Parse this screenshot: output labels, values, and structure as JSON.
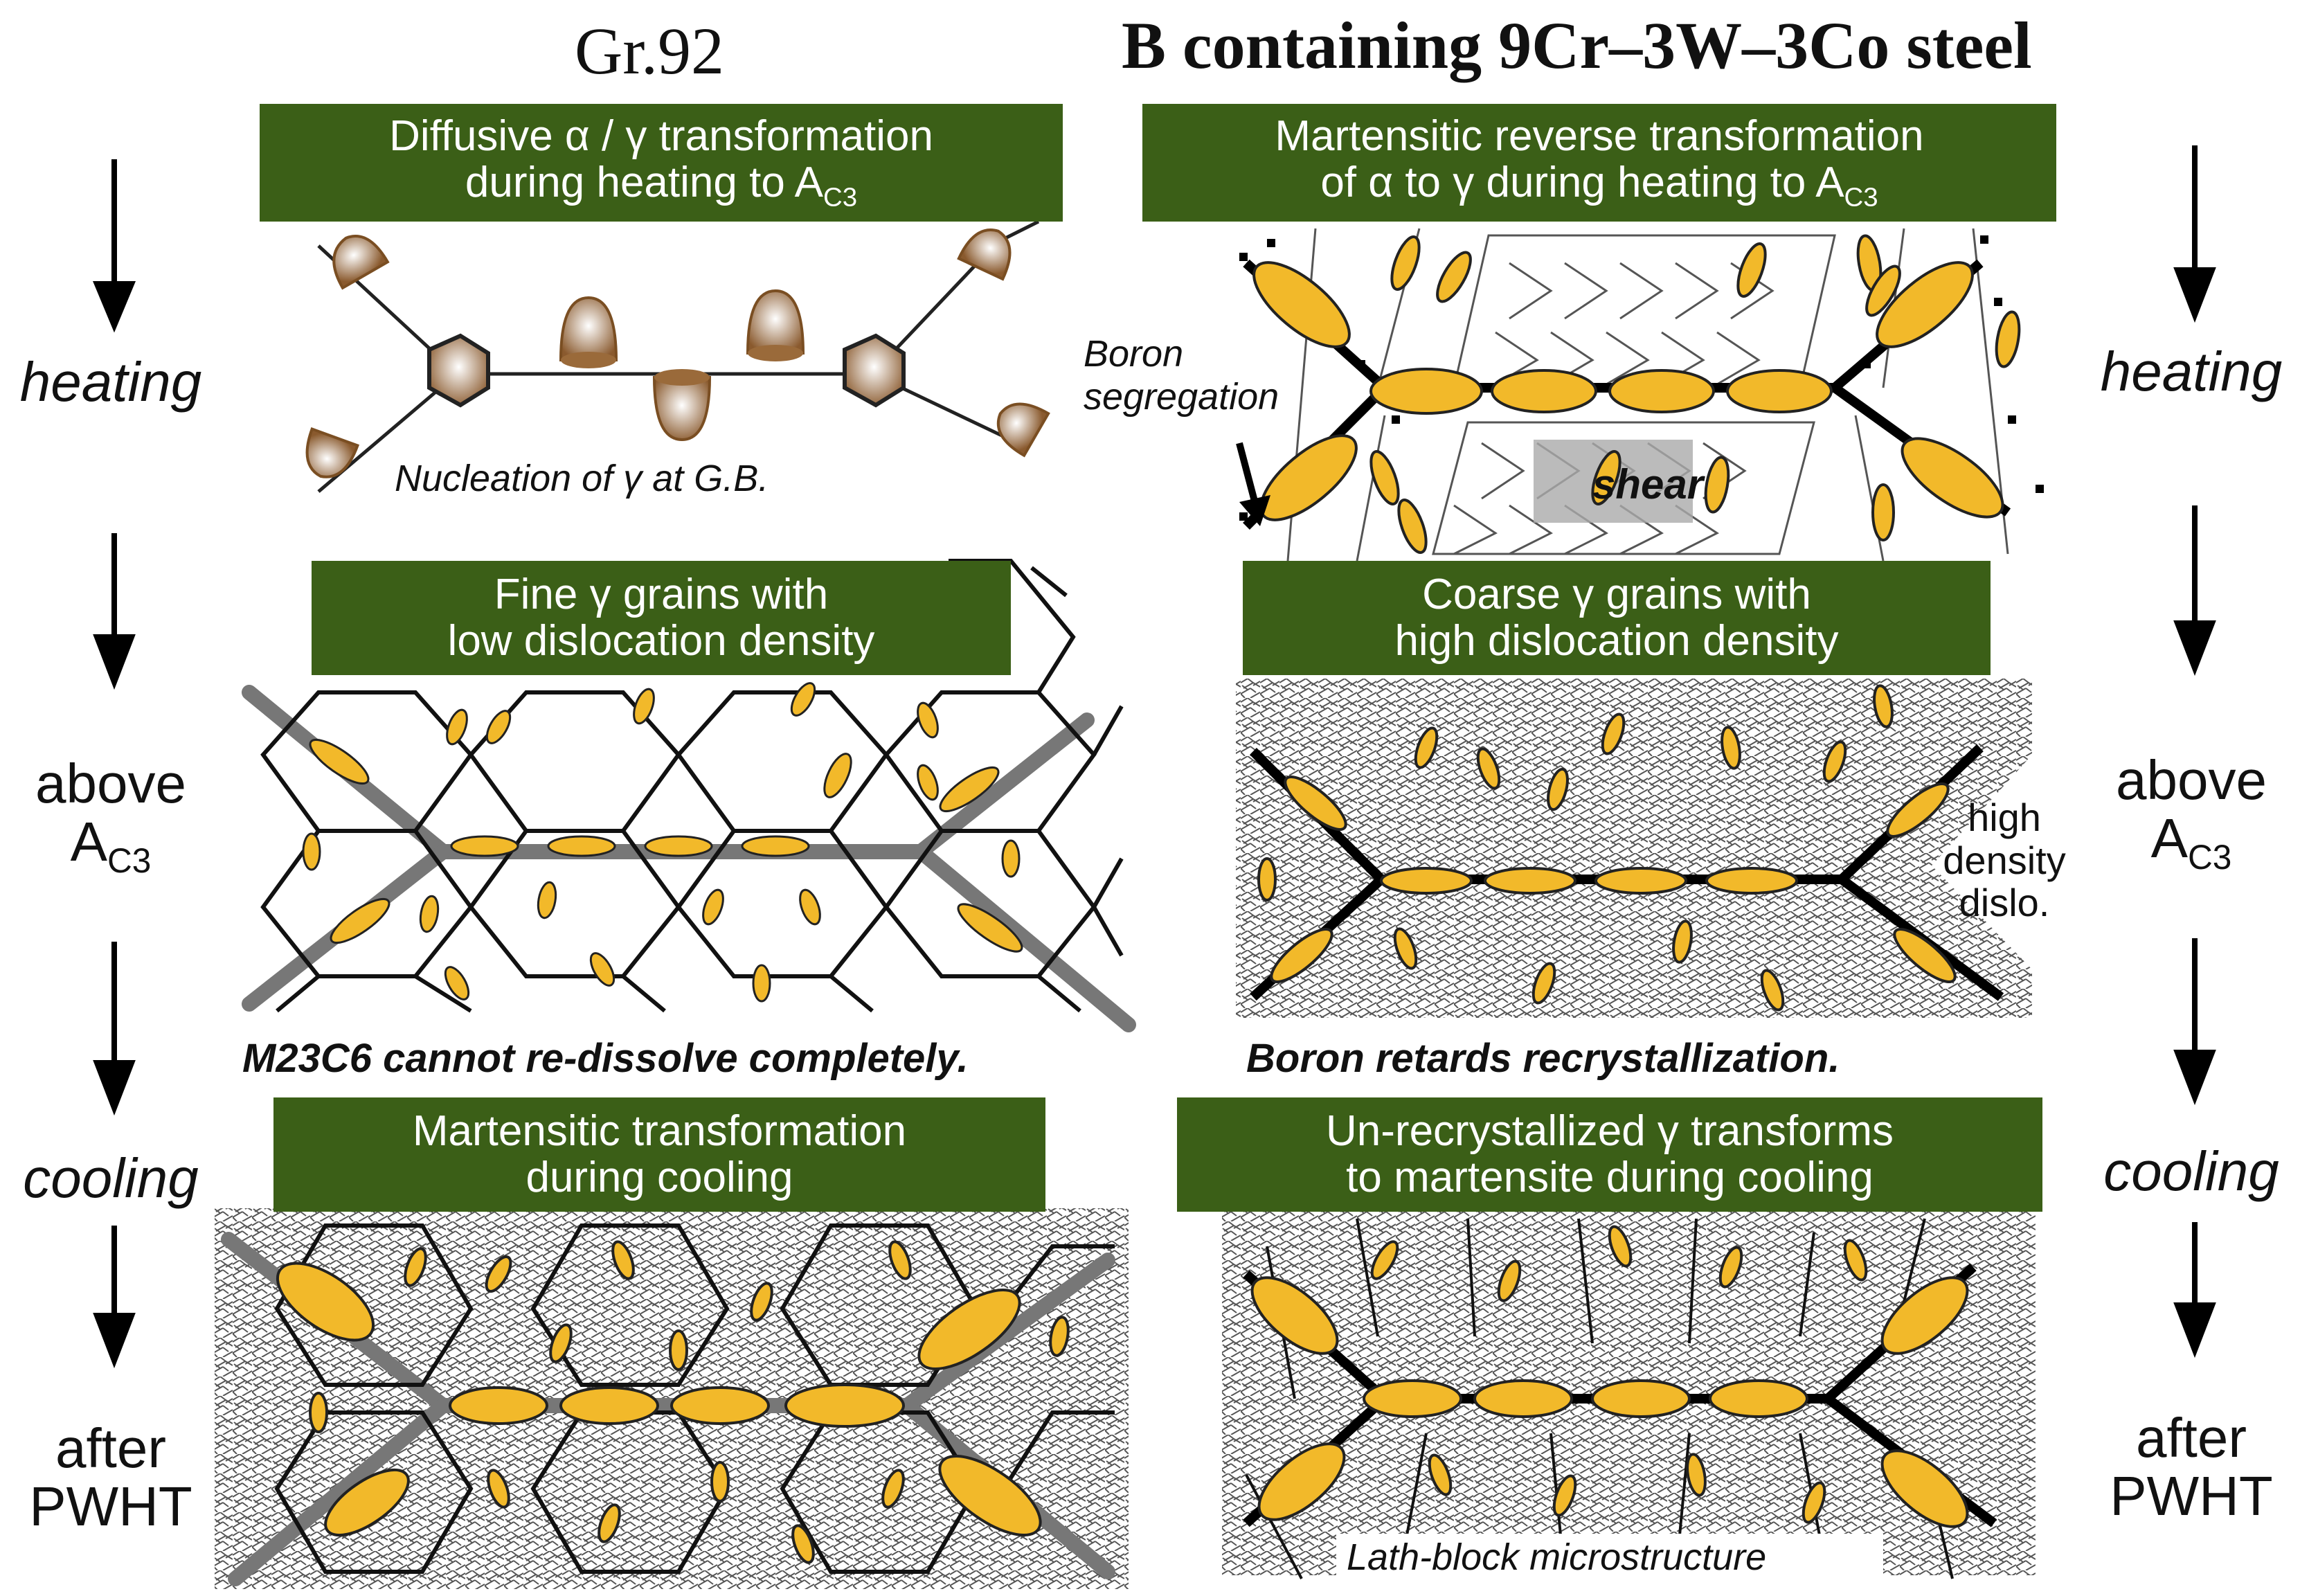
{
  "titles": {
    "left": "Gr.92",
    "right": "B containing 9Cr–3W–3Co steel"
  },
  "left_column": {
    "step1": "heating",
    "step2_line1": "above",
    "step2_line2": "A",
    "step2_sub": "C3",
    "step3": "cooling",
    "step4_line1": "after",
    "step4_line2": "PWHT"
  },
  "right_column": {
    "step1": "heating",
    "step2_line1": "above",
    "step2_line2": "A",
    "step2_sub": "C3",
    "step3": "cooling",
    "step4_line1": "after",
    "step4_line2": "PWHT"
  },
  "boxes": {
    "gr92_heating_line1": "Diffusive α / γ transformation",
    "gr92_heating_line2": "during heating to A",
    "gr92_heating_sub": "C3",
    "b_heating_line1": "Martensitic reverse transformation",
    "b_heating_line2": "of α to γ during heating to A",
    "b_heating_sub": "C3",
    "gr92_above_line1": "Fine  γ  grains with",
    "gr92_above_line2": "low dislocation density",
    "b_above_line1": "Coarse  γ  grains with",
    "b_above_line2": "high dislocation density",
    "gr92_cool_line1": "Martensitic transformation",
    "gr92_cool_line2": "during cooling",
    "b_cool_line1": "Un-recrystallized  γ  transforms",
    "b_cool_line2": "to martensite during cooling"
  },
  "annotations": {
    "nucleation": "Nucleation of γ at G.B.",
    "boron_seg_line1": "Boron",
    "boron_seg_line2": "segregation",
    "shear": "shear",
    "high_density_line1": "high",
    "high_density_line2": "density",
    "high_density_line3": "dislo.",
    "m23c6_caption": "M23C6 cannot re-dissolve completely.",
    "boron_caption": "Boron retards recrystallization.",
    "lath_block": "Lath-block microstructure"
  },
  "colors": {
    "box_green": "#3b5f17",
    "precipitate_yellow": "#f2b92a",
    "nucleus_brown": "#9a6a3a",
    "boundary_gray": "#808080"
  }
}
